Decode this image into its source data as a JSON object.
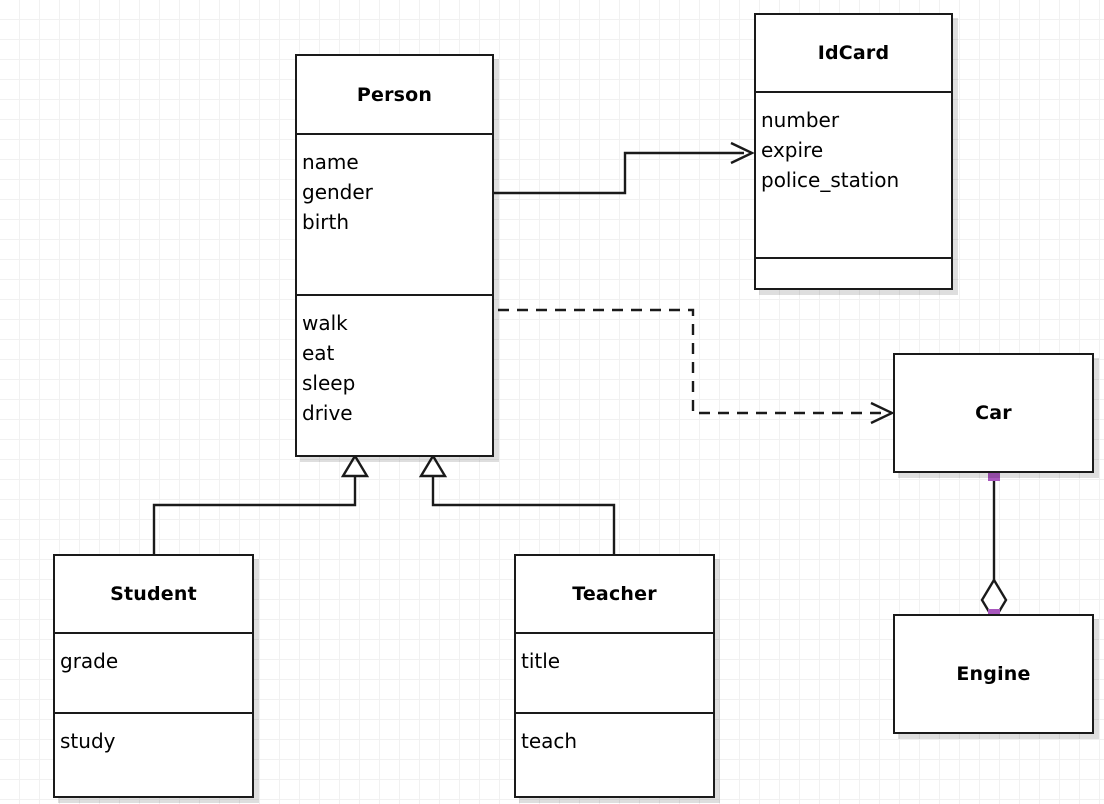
{
  "diagram": {
    "kind": "uml-class-diagram",
    "background": "#ffffff",
    "grid_color": "#f1f1f1",
    "line_color": "#1a1a1a",
    "handle_color": "#a857bd",
    "shadow_color": "#d5d5d5"
  },
  "classes": {
    "person": {
      "name": "Person",
      "attributes": [
        "name",
        "gender",
        "birth"
      ],
      "operations": [
        "walk",
        "eat",
        "sleep",
        "drive"
      ]
    },
    "idcard": {
      "name": "IdCard",
      "attributes": [
        "number",
        "expire",
        "police_station"
      ],
      "operations": []
    },
    "student": {
      "name": "Student",
      "attributes": [
        "grade"
      ],
      "operations": [
        "study"
      ]
    },
    "teacher": {
      "name": "Teacher",
      "attributes": [
        "title"
      ],
      "operations": [
        "teach"
      ]
    },
    "car": {
      "name": "Car",
      "attributes": [],
      "operations": []
    },
    "engine": {
      "name": "Engine",
      "attributes": [],
      "operations": []
    }
  },
  "relations": [
    {
      "id": "person-idcard",
      "type": "association",
      "from": "Person",
      "to": "IdCard",
      "line": "solid",
      "end_marker": "open-arrow"
    },
    {
      "id": "person-car",
      "type": "dependency",
      "from": "Person",
      "to": "Car",
      "line": "dashed",
      "end_marker": "open-arrow"
    },
    {
      "id": "student-person",
      "type": "generalization",
      "from": "Student",
      "to": "Person",
      "line": "solid",
      "end_marker": "hollow-triangle"
    },
    {
      "id": "teacher-person",
      "type": "generalization",
      "from": "Teacher",
      "to": "Person",
      "line": "solid",
      "end_marker": "hollow-triangle"
    },
    {
      "id": "car-engine",
      "type": "aggregation",
      "from": "Car",
      "to": "Engine",
      "line": "solid",
      "end_marker": "hollow-diamond",
      "selected": true
    }
  ]
}
